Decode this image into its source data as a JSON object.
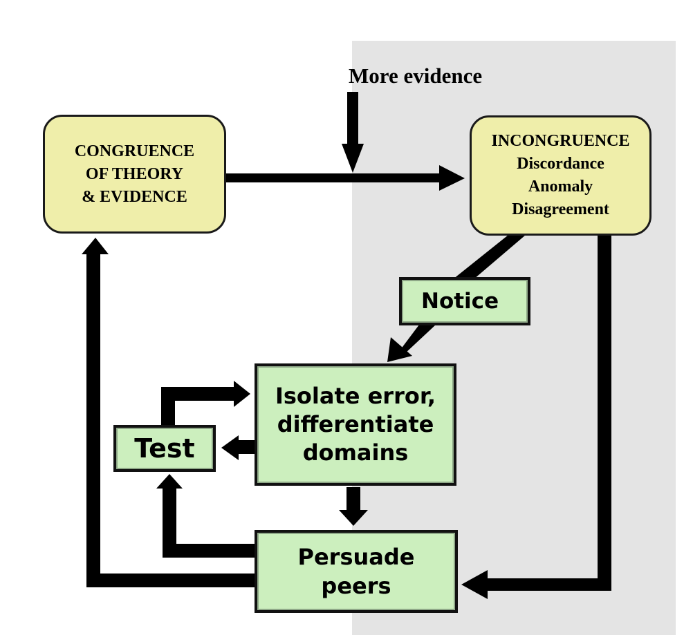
{
  "diagram": {
    "title_label": "More evidence",
    "nodes": {
      "congruence": {
        "lines": [
          "CONGRUENCE",
          "OF THEORY",
          "& EVIDENCE"
        ]
      },
      "incongruence": {
        "lines": [
          "INCONGRUENCE",
          "Discordance",
          "Anomaly",
          "Disagreement"
        ]
      },
      "notice": {
        "label": "Notice"
      },
      "isolate": {
        "lines": [
          "Isolate error,",
          "differentiate",
          "domains"
        ]
      },
      "test": {
        "label": "Test"
      },
      "persuade": {
        "lines": [
          "Persuade",
          "peers"
        ]
      }
    },
    "edges": [
      {
        "from": "congruence",
        "to": "incongruence"
      },
      {
        "from": "more-evidence",
        "to": "congruence-incongruence-edge"
      },
      {
        "from": "incongruence",
        "to": "isolate",
        "via": "notice"
      },
      {
        "from": "incongruence",
        "to": "persuade"
      },
      {
        "from": "isolate",
        "to": "test"
      },
      {
        "from": "test",
        "to": "isolate"
      },
      {
        "from": "isolate",
        "to": "persuade"
      },
      {
        "from": "persuade",
        "to": "test"
      },
      {
        "from": "persuade",
        "to": "congruence"
      }
    ],
    "colors": {
      "yellow_node": "#efeeaa",
      "green_node": "#ccefbe",
      "shaded_region": "#e4e4e4",
      "arrow": "#000000"
    }
  }
}
